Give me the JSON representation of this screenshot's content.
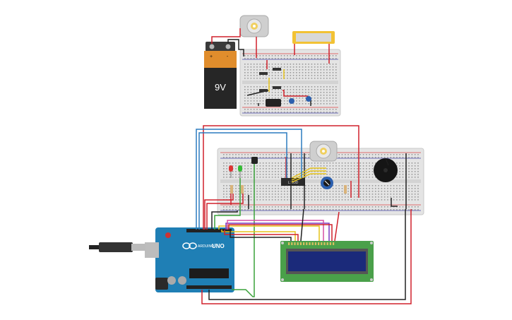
{
  "battery": {
    "voltage_label": "9V",
    "plus": "+",
    "minus": "-"
  },
  "driver_chip": {
    "label": "L293D"
  },
  "arduino": {
    "brand": "ARDUINO",
    "model": "UNO"
  },
  "icons": {
    "battery": "9v-battery-icon",
    "motor": "dc-motor-icon",
    "buzzer": "piezo-buzzer-icon",
    "lcd": "lcd-16x2-icon",
    "usb": "usb-cable-icon"
  },
  "colors": {
    "wire_red": "#d0212b",
    "wire_black": "#222222",
    "wire_blue": "#2b7bbf",
    "wire_yellow": "#e6c31a",
    "wire_green": "#3aa23a",
    "wire_purple": "#7a3cc0",
    "arduino_board": "#1f7fb5",
    "lcd_screen": "#1b2a7a",
    "lcd_board": "#4aa04a"
  }
}
